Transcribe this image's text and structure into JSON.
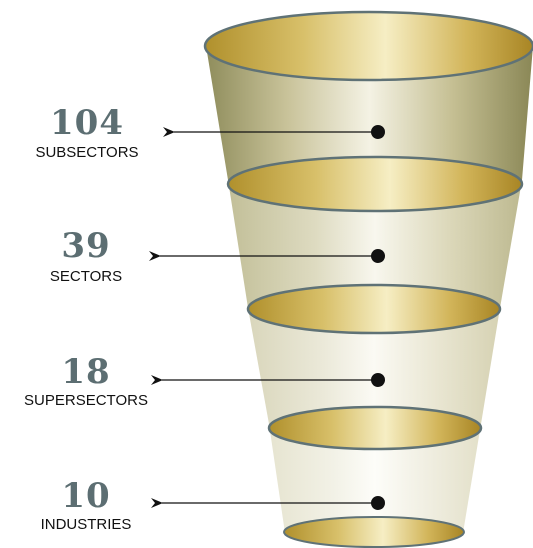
{
  "levels": [
    {
      "count": "104",
      "label": "SUBSECTORS"
    },
    {
      "count": "39",
      "label": "SECTORS"
    },
    {
      "count": "18",
      "label": "SUPERSECTORS"
    },
    {
      "count": "10",
      "label": "INDUSTRIES"
    }
  ],
  "colors": {
    "gold_light": "#f3e7b0",
    "gold_dark": "#b08f2a",
    "olive_dark": "#8c8a58",
    "rim": "#5f7276",
    "number": "#5c6e72",
    "label": "#111111",
    "arrow": "#111111"
  }
}
